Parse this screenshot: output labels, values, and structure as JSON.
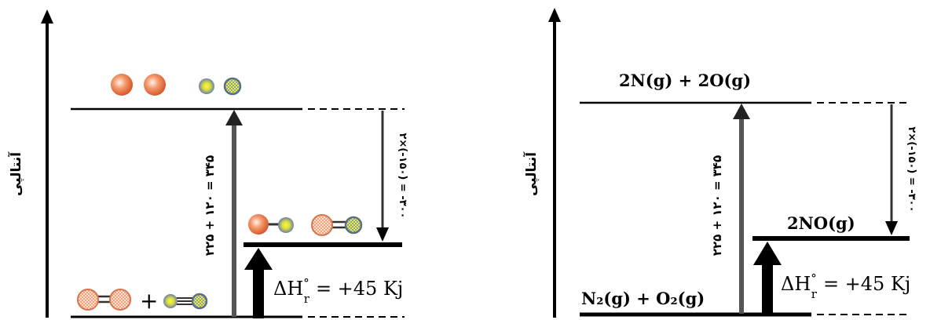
{
  "left_panel": {
    "y_axis_label": "آنتالپی",
    "up_arrow_label": "۲۲۵ + ۱۲۰ = ۳۴۵",
    "down_arrow_label": "۲×(-۱۵۰) = -۳۰۰",
    "delta_h": {
      "symbol": "ΔH",
      "superscript": "°",
      "subscript": "r",
      "value": "= +45 Kj"
    },
    "plus_sign": "+",
    "atom_colors": {
      "oxygen": "#e9774f",
      "nitrogen": "#6f86a0",
      "nitrogen_core": "#f2ee1c"
    }
  },
  "right_panel": {
    "y_axis_label": "آنتالپی",
    "top_level_label": "2N(g) + 2O(g)",
    "product_level_label": "2NO(g)",
    "reactant_level_label": "N₂(g) + O₂(g)",
    "up_arrow_label": "۲۲۵ + ۱۲۰ = ۳۴۵",
    "down_arrow_label": "۲×(-۱۵۰) = -۳۰۰",
    "delta_h": {
      "symbol": "ΔH",
      "superscript": "°",
      "subscript": "r",
      "value": "= +45 Kj"
    }
  }
}
